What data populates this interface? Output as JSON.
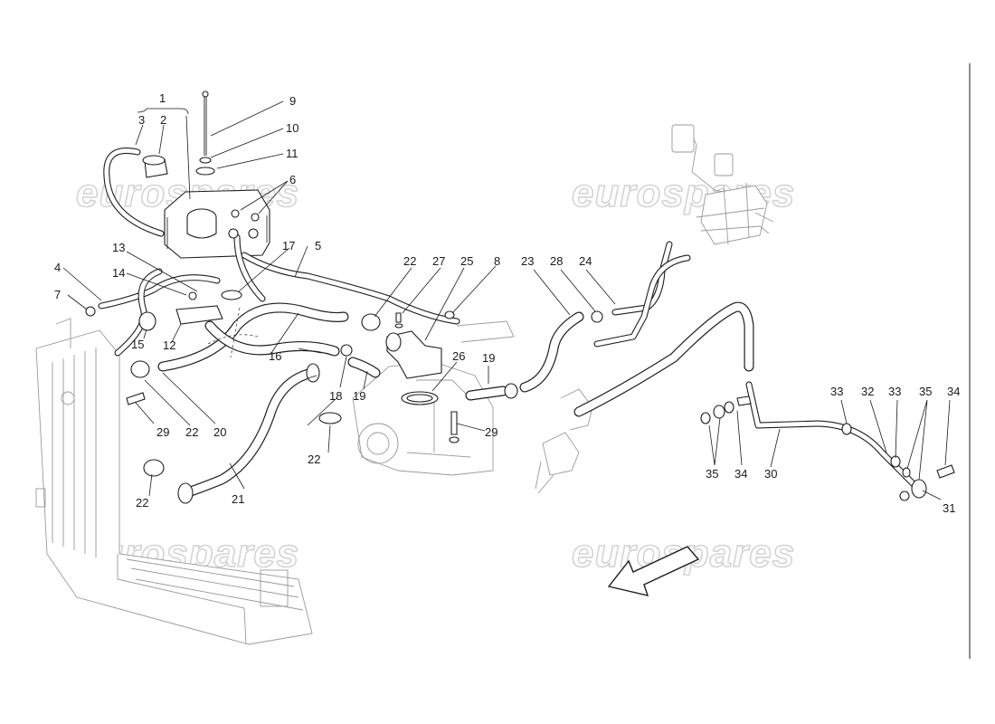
{
  "watermark": {
    "text": "eurospares"
  },
  "callouts": [
    {
      "id": "c1",
      "text": "1"
    },
    {
      "id": "c2",
      "text": "2"
    },
    {
      "id": "c3",
      "text": "3"
    },
    {
      "id": "c4",
      "text": "4"
    },
    {
      "id": "c5",
      "text": "5"
    },
    {
      "id": "c6",
      "text": "6"
    },
    {
      "id": "c7",
      "text": "7"
    },
    {
      "id": "c8",
      "text": "8"
    },
    {
      "id": "c9",
      "text": "9"
    },
    {
      "id": "c10",
      "text": "10"
    },
    {
      "id": "c11",
      "text": "11"
    },
    {
      "id": "c12",
      "text": "12"
    },
    {
      "id": "c13",
      "text": "13"
    },
    {
      "id": "c14",
      "text": "14"
    },
    {
      "id": "c15",
      "text": "15"
    },
    {
      "id": "c16",
      "text": "16"
    },
    {
      "id": "c17",
      "text": "17"
    },
    {
      "id": "c18",
      "text": "18"
    },
    {
      "id": "c19a",
      "text": "19"
    },
    {
      "id": "c19b",
      "text": "19"
    },
    {
      "id": "c20",
      "text": "20"
    },
    {
      "id": "c21",
      "text": "21"
    },
    {
      "id": "c22a",
      "text": "22"
    },
    {
      "id": "c22b",
      "text": "22"
    },
    {
      "id": "c22c",
      "text": "22"
    },
    {
      "id": "c22d",
      "text": "22"
    },
    {
      "id": "c23",
      "text": "23"
    },
    {
      "id": "c24",
      "text": "24"
    },
    {
      "id": "c25",
      "text": "25"
    },
    {
      "id": "c26",
      "text": "26"
    },
    {
      "id": "c27",
      "text": "27"
    },
    {
      "id": "c28",
      "text": "28"
    },
    {
      "id": "c29a",
      "text": "29"
    },
    {
      "id": "c29b",
      "text": "29"
    },
    {
      "id": "c30",
      "text": "30"
    },
    {
      "id": "c31",
      "text": "31"
    },
    {
      "id": "c32",
      "text": "32"
    },
    {
      "id": "c33a",
      "text": "33"
    },
    {
      "id": "c33b",
      "text": "33"
    },
    {
      "id": "c34a",
      "text": "34"
    },
    {
      "id": "c34b",
      "text": "34"
    },
    {
      "id": "c35a",
      "text": "35"
    },
    {
      "id": "c35b",
      "text": "35"
    }
  ]
}
